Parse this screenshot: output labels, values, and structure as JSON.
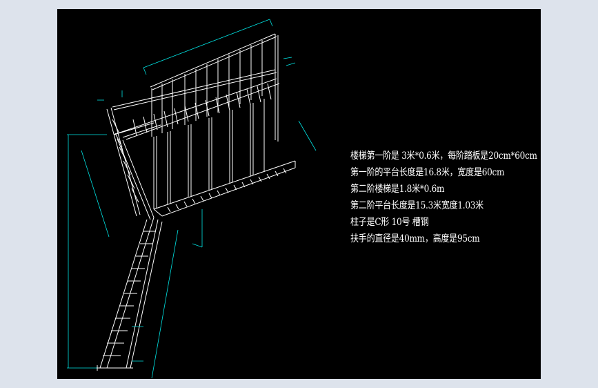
{
  "colors": {
    "background_outer": "#dde3ec",
    "canvas": "#000000",
    "structure": "#ffffff",
    "dimension": "#00e5e5",
    "text": "#ffffff"
  },
  "notes": [
    "楼梯第一阶是 3米*0.6米，每阶踏板是20cm*60cm",
    "第一阶的平台长度是16.8米，宽度是60cm",
    "第二阶楼梯是1.8米*0.6m",
    "第二阶平台长度是15.3米宽度1.03米",
    "柱子是C形  10号 槽钢",
    "扶手的直径是40mm，高度是95cm"
  ]
}
